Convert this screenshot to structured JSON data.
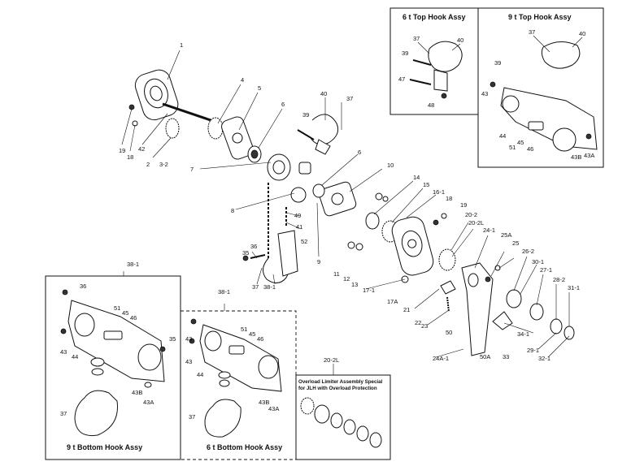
{
  "boxes": {
    "top_6t": "6 t Top Hook Assy",
    "top_9t": "9 t Top Hook Assy",
    "bottom_9t": "9 t  Bottom Hook Assy",
    "bottom_6t": "6 t Bottom Hook Assy",
    "overload_code": "20-2L",
    "overload_note_1": "Overload Limiter Assembly Special",
    "overload_note_2": "for JLH with Overload Protection"
  },
  "callouts": {
    "main": [
      "1",
      "19",
      "18",
      "42",
      "2",
      "3-2",
      "4",
      "5",
      "6",
      "7",
      "8",
      "40",
      "37",
      "39",
      "6",
      "10",
      "9",
      "11",
      "12",
      "13",
      "14",
      "15",
      "16-1",
      "18",
      "19",
      "20-2",
      "20-2L",
      "24-1",
      "25A",
      "25",
      "26-2",
      "30-1",
      "27-1",
      "28-2",
      "31-1",
      "17-1",
      "17A",
      "21",
      "22",
      "23",
      "50",
      "24A-1",
      "50A",
      "33",
      "34-1",
      "29-1",
      "32-1",
      "35",
      "36",
      "37",
      "38-1",
      "49",
      "41",
      "52"
    ],
    "top_6t": [
      "37",
      "40",
      "39",
      "47",
      "48"
    ],
    "top_9t": [
      "37",
      "40",
      "39",
      "43",
      "44",
      "51",
      "45",
      "46",
      "43B",
      "43A"
    ],
    "bottom_9t": [
      "38-1",
      "36",
      "51",
      "45",
      "46",
      "35",
      "43",
      "44",
      "43B",
      "43A",
      "37"
    ],
    "bottom_6t": [
      "38-1",
      "43",
      "51",
      "45",
      "46",
      "43",
      "44",
      "43B",
      "43A",
      "37"
    ]
  },
  "colors": {
    "line": "#111111",
    "background": "#ffffff"
  }
}
